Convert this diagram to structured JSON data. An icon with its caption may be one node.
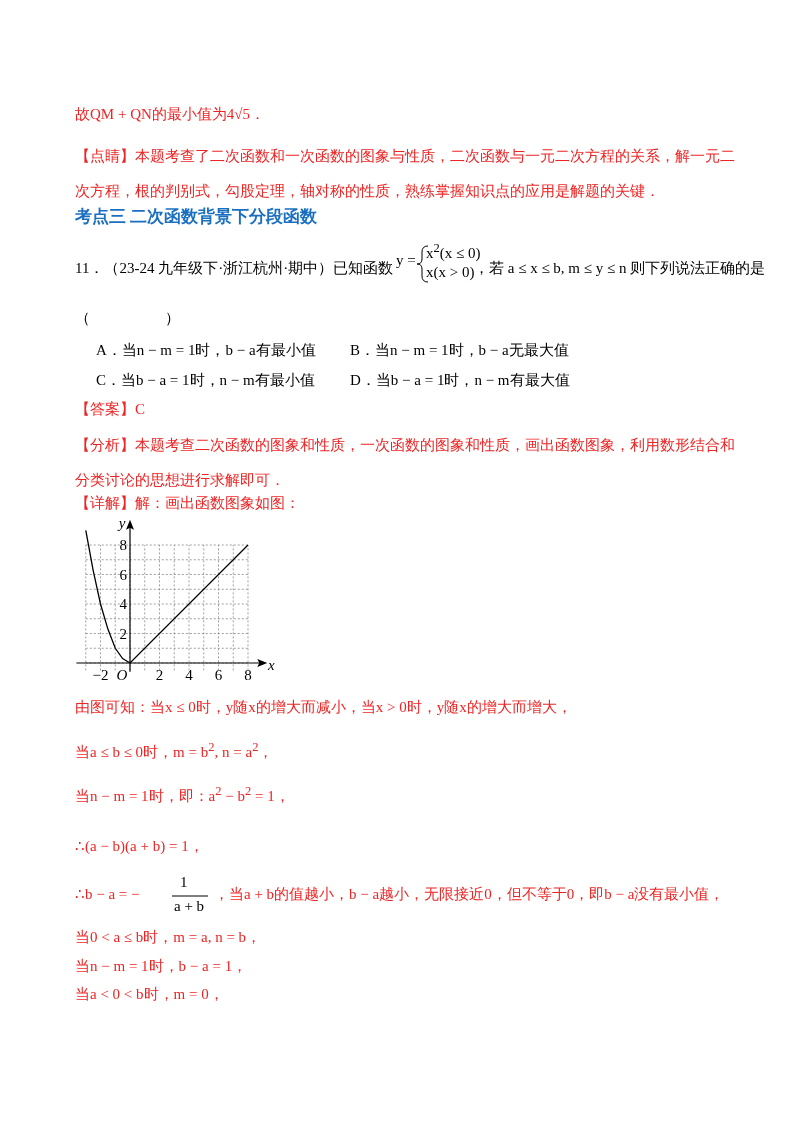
{
  "diagram": {
    "labels": [
      "故QM + QN的最小值为4√5．",
      "【点睛】本题考查了二次函数和一次函数的图象与性质，二次函数与一元二次方程的关系，解一元二次方程，根的判别式，勾股定理，轴对称的性质，熟练掌握知识点的应用是解题的关键．",
      "考点三  二次函数背景下分段函数",
      "11．（23-24 九年级下·浙江杭州·期中）已知函数",
      "y =",
      "x$^{2}$(x ≤ 0)",
      "x(x > 0)",
      "，若 a ≤ x ≤ b, m ≤ y ≤ n 则下列说法正确的是",
      "（　　　　　）",
      "A．当n − m = 1时，b − a有最小值",
      "B．当n − m = 1时，b − a无最大值",
      "C．当b − a = 1时，n − m有最小值",
      "D．当b − a = 1时，n − m有最大值",
      "【答案】C",
      "【分析】本题考查二次函数的图象和性质，一次函数的图象和性质，画出函数图象，利用数形结合和分类讨论的思想进行求解即可．",
      "【详解】解：画出函数图象如图：",
      "由图可知：当x ≤ 0时，y随x的增大而减小，当x > 0时，y随x的增大而增大，",
      "当a ≤ b ≤ 0时，m = b$^{2}$, n = a$^{2}$，",
      "当n − m = 1时，即：a$^{2}$ − b$^{2}$ = 1，",
      "∴(a − b)(a + b) = 1，",
      "∴b − a = −",
      "1",
      "a + b",
      "，当a + b的值越小，b − a越小，无限接近0，但不等于0，即b − a没有最小值，",
      "当0 < a ≤ b时，m = a, n = b，",
      "当n − m = 1时，b − a = 1，",
      "当a < 0 < b时，m = 0，"
    ],
    "chart_data": {
      "type": "line",
      "xlabel": "x",
      "ylabel": "y",
      "grid": true,
      "x": [
        -3,
        -2.5,
        -2,
        -1.5,
        -1,
        -0.5,
        0,
        8
      ],
      "series": [
        {
          "values": [
            9,
            6.3,
            4,
            2.3,
            1,
            0.3,
            0,
            8
          ]
        }
      ],
      "xlim": [
        -3.5,
        8.9
      ],
      "ylim": [
        -0.6,
        9.3
      ],
      "xticks": [
        -2,
        2,
        4,
        6,
        8
      ],
      "yticks": [
        2,
        4,
        6,
        8
      ],
      "annotations": [
        {
          "x": 0,
          "y": 0,
          "text": "O"
        }
      ]
    }
  }
}
